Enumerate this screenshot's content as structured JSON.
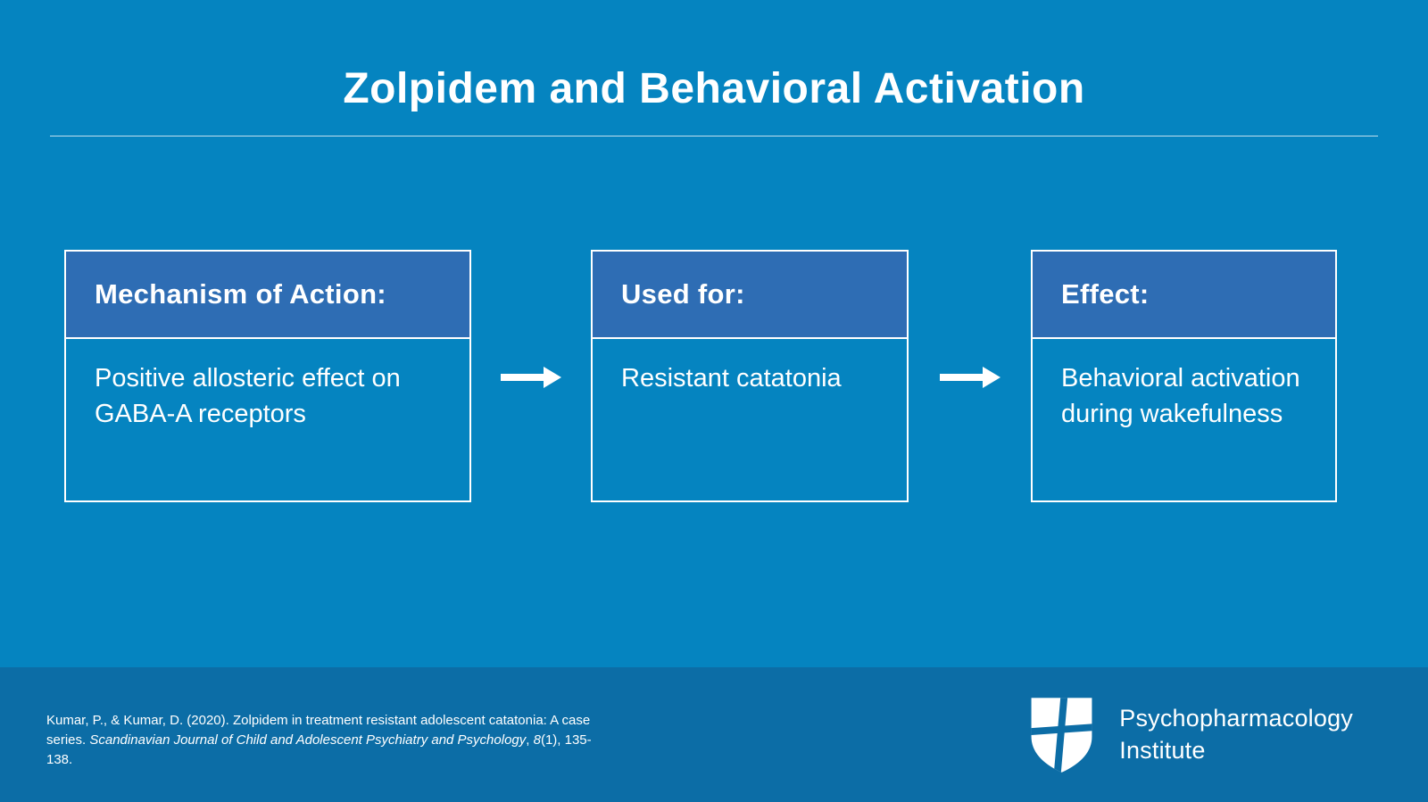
{
  "slide": {
    "title": "Zolpidem and Behavioral Activation"
  },
  "boxes": [
    {
      "header": "Mechanism of Action:",
      "body": "Positive allosteric effect on GABA-A receptors"
    },
    {
      "header": "Used for:",
      "body": "Resistant catatonia"
    },
    {
      "header": "Effect:",
      "body": "Behavioral activation during wakefulness"
    }
  ],
  "footer": {
    "citation": {
      "p1": "Kumar, P., & Kumar, D. (2020). Zolpidem in treatment resistant adolescent catatonia: A case series. ",
      "p2_italic": "Scandinavian Journal of Child and Adolescent Psychiatry and Psychology",
      "p3": ", ",
      "p4_italic": "8",
      "p5": "(1), 135-138."
    },
    "logo": {
      "line1": "Psychopharmacology",
      "line2": "Institute"
    }
  },
  "colors": {
    "background": "#0584C0",
    "box_header": "#2E6DB4",
    "footer_band": "#0C6DA6",
    "text": "#FFFFFF"
  }
}
